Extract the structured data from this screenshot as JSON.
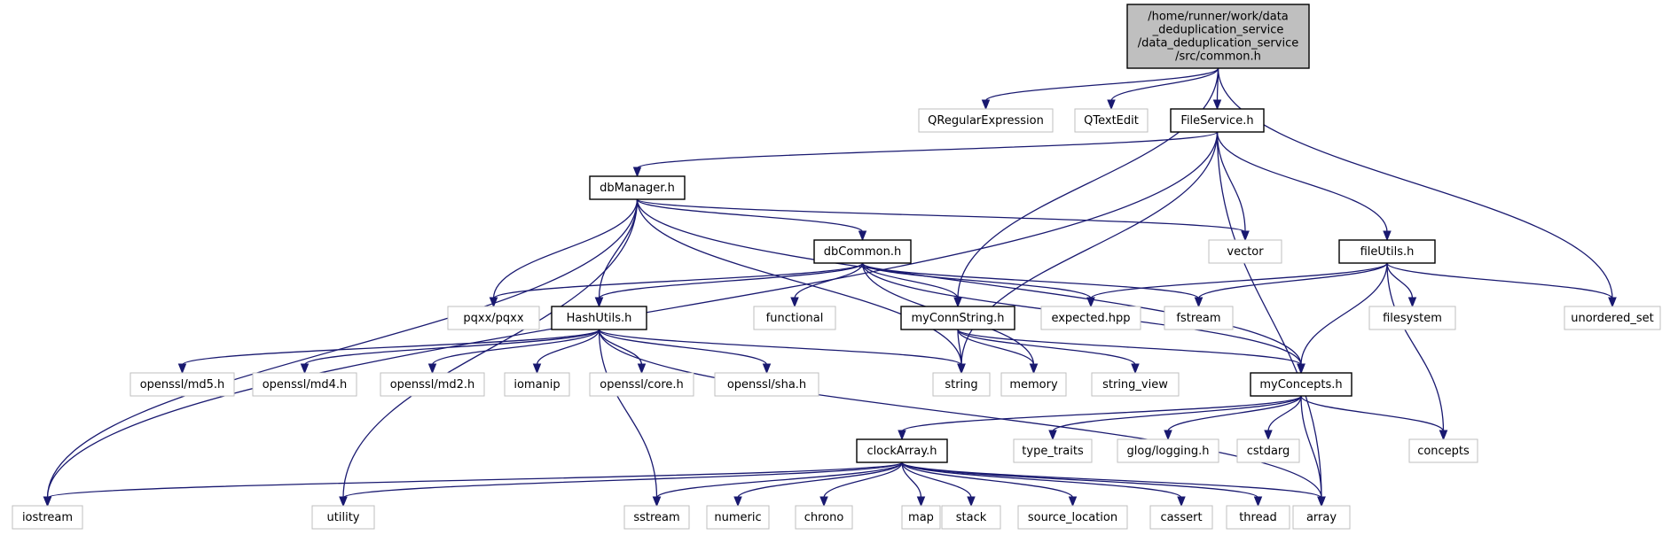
{
  "diagram": {
    "type": "include-dependency-graph",
    "colors": {
      "edge": "#191970",
      "root_fill": "#bfbfbf",
      "project_border": "#000000",
      "system_border": "#bfbfbf"
    },
    "nodes": [
      {
        "id": "root",
        "kind": "root",
        "lines": [
          "/home/runner/work/data",
          "_deduplication_service",
          "/data_deduplication_service",
          "/src/common.h"
        ]
      },
      {
        "id": "qregex",
        "kind": "system",
        "lines": [
          "QRegularExpression"
        ]
      },
      {
        "id": "qtextedit",
        "kind": "system",
        "lines": [
          "QTextEdit"
        ]
      },
      {
        "id": "fileservice",
        "kind": "project",
        "lines": [
          "FileService.h"
        ]
      },
      {
        "id": "dbmanager",
        "kind": "project",
        "lines": [
          "dbManager.h"
        ]
      },
      {
        "id": "dbcommon",
        "kind": "project",
        "lines": [
          "dbCommon.h"
        ]
      },
      {
        "id": "fileutils",
        "kind": "project",
        "lines": [
          "fileUtils.h"
        ]
      },
      {
        "id": "vector",
        "kind": "system",
        "lines": [
          "vector"
        ]
      },
      {
        "id": "unordered_set",
        "kind": "system",
        "lines": [
          "unordered_set"
        ]
      },
      {
        "id": "pqxx",
        "kind": "system",
        "lines": [
          "pqxx/pqxx"
        ]
      },
      {
        "id": "hashutils",
        "kind": "project",
        "lines": [
          "HashUtils.h"
        ]
      },
      {
        "id": "functional",
        "kind": "system",
        "lines": [
          "functional"
        ]
      },
      {
        "id": "myconnstring",
        "kind": "project",
        "lines": [
          "myConnString.h"
        ]
      },
      {
        "id": "expected",
        "kind": "system",
        "lines": [
          "expected.hpp"
        ]
      },
      {
        "id": "fstream",
        "kind": "system",
        "lines": [
          "fstream"
        ]
      },
      {
        "id": "filesystem",
        "kind": "system",
        "lines": [
          "filesystem"
        ]
      },
      {
        "id": "md5",
        "kind": "system",
        "lines": [
          "openssl/md5.h"
        ]
      },
      {
        "id": "md4",
        "kind": "system",
        "lines": [
          "openssl/md4.h"
        ]
      },
      {
        "id": "md2",
        "kind": "system",
        "lines": [
          "openssl/md2.h"
        ]
      },
      {
        "id": "iomanip",
        "kind": "system",
        "lines": [
          "iomanip"
        ]
      },
      {
        "id": "core",
        "kind": "system",
        "lines": [
          "openssl/core.h"
        ]
      },
      {
        "id": "sha",
        "kind": "system",
        "lines": [
          "openssl/sha.h"
        ]
      },
      {
        "id": "string",
        "kind": "system",
        "lines": [
          "string"
        ]
      },
      {
        "id": "memory",
        "kind": "system",
        "lines": [
          "memory"
        ]
      },
      {
        "id": "string_view",
        "kind": "system",
        "lines": [
          "string_view"
        ]
      },
      {
        "id": "myconcepts",
        "kind": "project",
        "lines": [
          "myConcepts.h"
        ]
      },
      {
        "id": "clockarray",
        "kind": "project",
        "lines": [
          "clockArray.h"
        ]
      },
      {
        "id": "type_traits",
        "kind": "system",
        "lines": [
          "type_traits"
        ]
      },
      {
        "id": "glog",
        "kind": "system",
        "lines": [
          "glog/logging.h"
        ]
      },
      {
        "id": "cstdarg",
        "kind": "system",
        "lines": [
          "cstdarg"
        ]
      },
      {
        "id": "concepts",
        "kind": "system",
        "lines": [
          "concepts"
        ]
      },
      {
        "id": "iostream",
        "kind": "system",
        "lines": [
          "iostream"
        ]
      },
      {
        "id": "utility",
        "kind": "system",
        "lines": [
          "utility"
        ]
      },
      {
        "id": "sstream",
        "kind": "system",
        "lines": [
          "sstream"
        ]
      },
      {
        "id": "numeric",
        "kind": "system",
        "lines": [
          "numeric"
        ]
      },
      {
        "id": "chrono",
        "kind": "system",
        "lines": [
          "chrono"
        ]
      },
      {
        "id": "map",
        "kind": "system",
        "lines": [
          "map"
        ]
      },
      {
        "id": "stack",
        "kind": "system",
        "lines": [
          "stack"
        ]
      },
      {
        "id": "source_location",
        "kind": "system",
        "lines": [
          "source_location"
        ]
      },
      {
        "id": "cassert",
        "kind": "system",
        "lines": [
          "cassert"
        ]
      },
      {
        "id": "thread",
        "kind": "system",
        "lines": [
          "thread"
        ]
      },
      {
        "id": "array",
        "kind": "system",
        "lines": [
          "array"
        ]
      }
    ],
    "edges": [
      [
        "root",
        "qregex"
      ],
      [
        "root",
        "qtextedit"
      ],
      [
        "root",
        "fileservice"
      ],
      [
        "root",
        "myconnstring"
      ],
      [
        "root",
        "unordered_set"
      ],
      [
        "fileservice",
        "dbmanager"
      ],
      [
        "fileservice",
        "vector"
      ],
      [
        "fileservice",
        "fileutils"
      ],
      [
        "fileservice",
        "iostream"
      ],
      [
        "fileservice",
        "string"
      ],
      [
        "fileservice",
        "array"
      ],
      [
        "dbmanager",
        "dbcommon"
      ],
      [
        "dbmanager",
        "pqxx"
      ],
      [
        "dbmanager",
        "hashutils"
      ],
      [
        "dbmanager",
        "vector"
      ],
      [
        "dbmanager",
        "iostream"
      ],
      [
        "dbmanager",
        "utility"
      ],
      [
        "dbmanager",
        "string"
      ],
      [
        "dbmanager",
        "myconcepts"
      ],
      [
        "dbcommon",
        "pqxx"
      ],
      [
        "dbcommon",
        "hashutils"
      ],
      [
        "dbcommon",
        "functional"
      ],
      [
        "dbcommon",
        "myconnstring"
      ],
      [
        "dbcommon",
        "expected"
      ],
      [
        "dbcommon",
        "fstream"
      ],
      [
        "dbcommon",
        "memory"
      ],
      [
        "dbcommon",
        "myconcepts"
      ],
      [
        "fileutils",
        "expected"
      ],
      [
        "fileutils",
        "fstream"
      ],
      [
        "fileutils",
        "filesystem"
      ],
      [
        "fileutils",
        "unordered_set"
      ],
      [
        "fileutils",
        "myconcepts"
      ],
      [
        "fileutils",
        "concepts"
      ],
      [
        "hashutils",
        "md5"
      ],
      [
        "hashutils",
        "md4"
      ],
      [
        "hashutils",
        "md2"
      ],
      [
        "hashutils",
        "iomanip"
      ],
      [
        "hashutils",
        "core"
      ],
      [
        "hashutils",
        "sha"
      ],
      [
        "hashutils",
        "string"
      ],
      [
        "hashutils",
        "sstream"
      ],
      [
        "hashutils",
        "array"
      ],
      [
        "myconnstring",
        "string"
      ],
      [
        "myconnstring",
        "memory"
      ],
      [
        "myconnstring",
        "string_view"
      ],
      [
        "myconnstring",
        "myconcepts"
      ],
      [
        "myconcepts",
        "clockarray"
      ],
      [
        "myconcepts",
        "type_traits"
      ],
      [
        "myconcepts",
        "glog"
      ],
      [
        "myconcepts",
        "cstdarg"
      ],
      [
        "myconcepts",
        "concepts"
      ],
      [
        "myconcepts",
        "array"
      ],
      [
        "clockarray",
        "iostream"
      ],
      [
        "clockarray",
        "utility"
      ],
      [
        "clockarray",
        "sstream"
      ],
      [
        "clockarray",
        "numeric"
      ],
      [
        "clockarray",
        "chrono"
      ],
      [
        "clockarray",
        "map"
      ],
      [
        "clockarray",
        "stack"
      ],
      [
        "clockarray",
        "source_location"
      ],
      [
        "clockarray",
        "cassert"
      ],
      [
        "clockarray",
        "thread"
      ],
      [
        "clockarray",
        "array"
      ]
    ]
  }
}
